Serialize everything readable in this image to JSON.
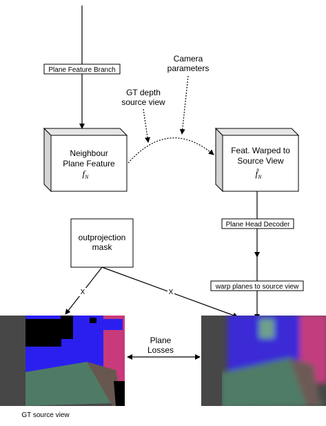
{
  "nodes": {
    "plane_feature_branch": "Plane Feature Branch",
    "camera_parameters": [
      "Camera",
      "parameters"
    ],
    "gt_depth_source_view": [
      "GT depth",
      "source view"
    ],
    "neighbour_plane_feature": [
      "Neighbour",
      "Plane Feature"
    ],
    "neighbour_symbol": "f",
    "neighbour_symbol_sub": "N",
    "feat_warped": [
      "Feat. Warped to",
      "Source View"
    ],
    "warped_symbol": "f̂",
    "warped_symbol_sub": "N",
    "plane_head_decoder": "Plane Head Decoder",
    "outprojection_mask": [
      "outprojection",
      "mask"
    ],
    "warp_planes": "warp planes to source view",
    "mask_mark_left": "X",
    "mask_mark_right": "X",
    "plane_losses": [
      "Plane",
      "Losses"
    ],
    "gt_source_view_caption": "GT source view"
  },
  "colors": {
    "stroke": "#000000",
    "box_fill": "#ffffff",
    "box_side": "#d4d4d4",
    "img_gray": "#474747",
    "img_blue": "#2b1ff0",
    "img_pink": "#c83a7a",
    "img_green": "#4f7b66",
    "img_black": "#000000"
  }
}
